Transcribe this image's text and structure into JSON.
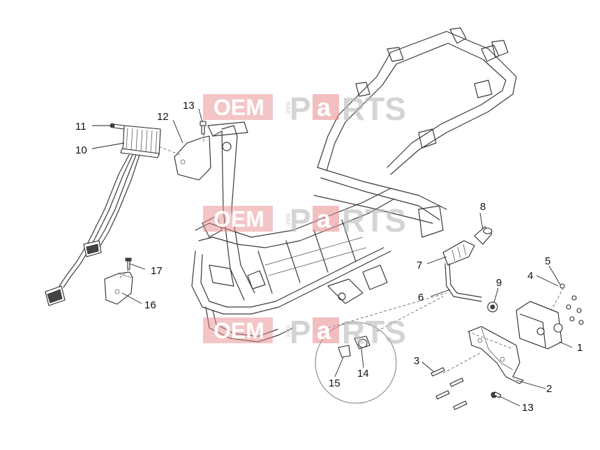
{
  "watermark": {
    "oem": "OEM",
    "bike": "BIKE",
    "p": "P",
    "a": "a",
    "rts": "RTS",
    "color_oem": "#e8888a",
    "color_parts": "#bdbdbd"
  },
  "callouts": [
    {
      "id": "1",
      "label": "1"
    },
    {
      "id": "2",
      "label": "2"
    },
    {
      "id": "3",
      "label": "3"
    },
    {
      "id": "4",
      "label": "4"
    },
    {
      "id": "5",
      "label": "5"
    },
    {
      "id": "6",
      "label": "6"
    },
    {
      "id": "7",
      "label": "7"
    },
    {
      "id": "8",
      "label": "8"
    },
    {
      "id": "9",
      "label": "9"
    },
    {
      "id": "10",
      "label": "10"
    },
    {
      "id": "11",
      "label": "11"
    },
    {
      "id": "12",
      "label": "12"
    },
    {
      "id": "13a",
      "label": "13"
    },
    {
      "id": "13b",
      "label": "13"
    },
    {
      "id": "14",
      "label": "14"
    },
    {
      "id": "15",
      "label": "15"
    },
    {
      "id": "16",
      "label": "16"
    },
    {
      "id": "17",
      "label": "17"
    }
  ]
}
